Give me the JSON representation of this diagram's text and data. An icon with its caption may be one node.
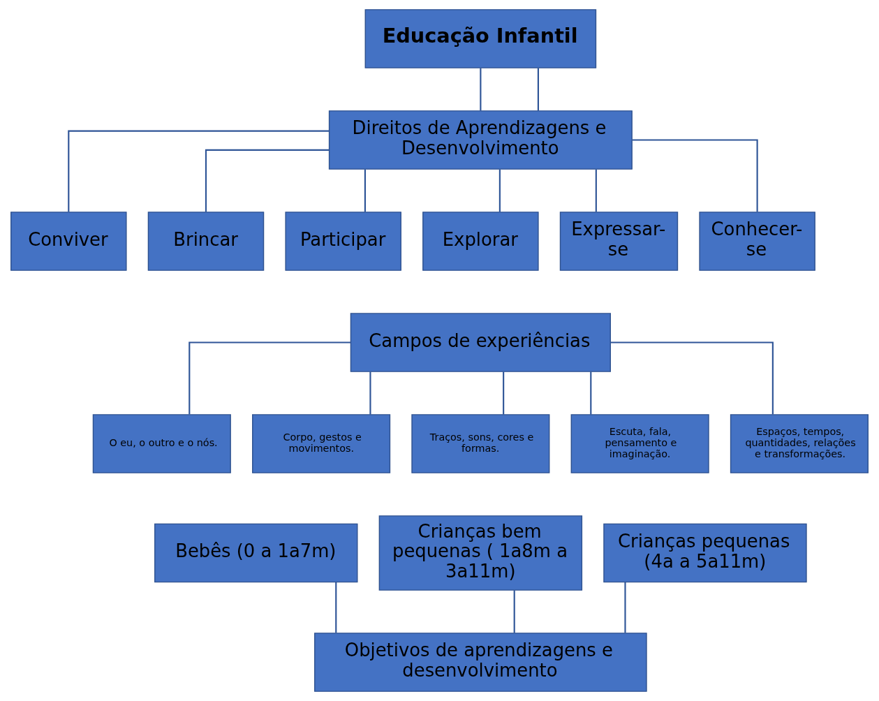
{
  "diagram": {
    "nodes": [
      {
        "text": [
          "Educação Infantil"
        ]
      },
      {
        "text": [
          "Direitos de Aprendizagens e Desenvolvimento"
        ]
      },
      {
        "text": [
          "Conviver"
        ]
      },
      {
        "text": [
          "Brincar"
        ]
      },
      {
        "text": [
          "Participar"
        ]
      },
      {
        "text": [
          "Explorar"
        ]
      },
      {
        "text": [
          "Expressar-se"
        ]
      },
      {
        "text": [
          "Conhecer-se"
        ]
      },
      {
        "text": [
          "Campos de experiências"
        ]
      },
      {
        "text": [
          "O eu, o outro e o nós."
        ]
      },
      {
        "text": [
          "Corpo, gestos e movimentos."
        ]
      },
      {
        "text": [
          "Traços, sons, cores e formas."
        ]
      },
      {
        "text": [
          "Escuta, fala, pensamento e imaginação."
        ]
      },
      {
        "text": [
          "Espaços, tempos, quantidades, relações e transformações."
        ]
      },
      {
        "text": [
          "Bebês (0 a 1a7m)"
        ]
      },
      {
        "text": [
          "Crianças bem pequenas ( 1a8m a 3a11m)"
        ]
      },
      {
        "text": [
          "Crianças pequenas (4a a 5a11m)"
        ]
      },
      {
        "text": [
          "Objetivos de aprendizagens e desenvolvimento"
        ]
      }
    ],
    "edges": [
      {
        "from": 0,
        "to": 1,
        "arrow": "none"
      },
      {
        "from": 0,
        "to": 1,
        "arrow": "none"
      },
      {
        "from": 1,
        "to": 2,
        "arrow": "none"
      },
      {
        "from": 1,
        "to": 3,
        "arrow": "none"
      },
      {
        "from": 1,
        "to": 4,
        "arrow": "none"
      },
      {
        "from": 1,
        "to": 5,
        "arrow": "none"
      },
      {
        "from": 1,
        "to": 6,
        "arrow": "none"
      },
      {
        "from": 1,
        "to": 7,
        "arrow": "none"
      },
      {
        "from": 8,
        "to": 9,
        "arrow": "none"
      },
      {
        "from": 8,
        "to": 10,
        "arrow": "none"
      },
      {
        "from": 8,
        "to": 11,
        "arrow": "none"
      },
      {
        "from": 8,
        "to": 12,
        "arrow": "none"
      },
      {
        "from": 8,
        "to": 13,
        "arrow": "none"
      },
      {
        "from": 14,
        "to": 17,
        "arrow": "none"
      },
      {
        "from": 15,
        "to": 17,
        "arrow": "none"
      },
      {
        "from": 16,
        "to": 17,
        "arrow": "none"
      }
    ]
  }
}
